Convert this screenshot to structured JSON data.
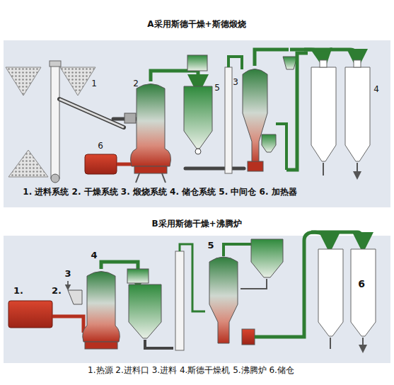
{
  "diagram": {
    "labels": [
      "A采用斯德干燥+斯德煅烧",
      "1",
      "2",
      "3",
      "5",
      "4",
      "6",
      "1. 进料系统 2. 干燥系统 3. 煅烧系统 4. 储仓系统 5. 中间仓 6. 加热器",
      "B采用斯德干燥+沸腾炉",
      "4",
      "5",
      "3",
      "2.",
      "1.",
      "6",
      "1.热源 2.进料口 3.进料 4.斯德干燥机 5.沸腾炉 6.储仓"
    ]
  }
}
